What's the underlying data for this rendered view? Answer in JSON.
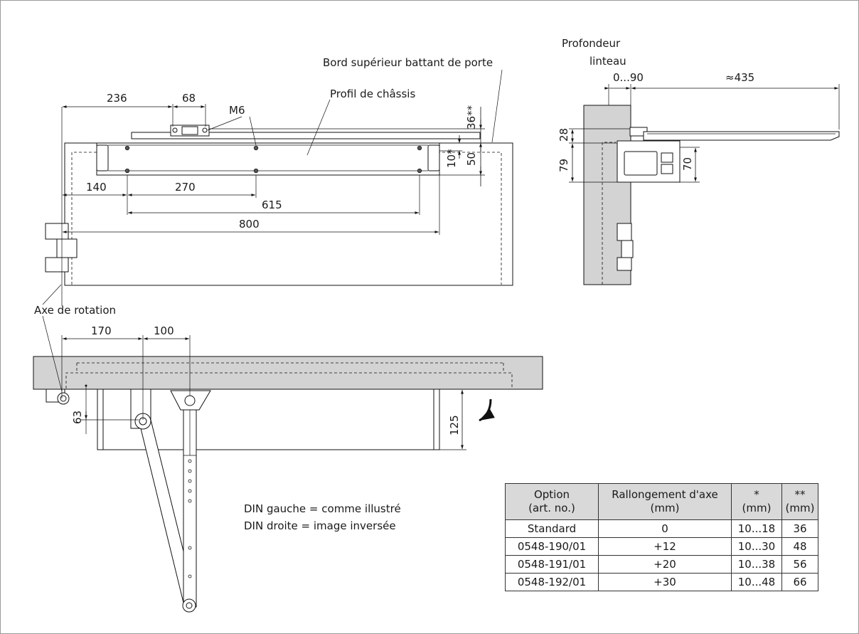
{
  "labels": {
    "lintel_depth_line1": "Profondeur",
    "lintel_depth_line2": "linteau",
    "door_leaf_top_edge": "Bord supérieur battant de porte",
    "frame_profile": "Profil de châssis",
    "screw": "M6",
    "rotation_axis": "Axe de rotation",
    "note_line1": "DIN gauche = comme illustré",
    "note_line2": "DIN droite = image inversée"
  },
  "dimensions": {
    "front": {
      "d236": "236",
      "d68": "68",
      "d36": "36**",
      "d10": "10*",
      "d50": "50",
      "d140": "140",
      "d270": "270",
      "d615": "615",
      "d800": "800"
    },
    "side": {
      "d0_90": "0...90",
      "d435": "≈435",
      "d28": "28",
      "d79": "79",
      "d70": "70"
    },
    "top": {
      "d170": "170",
      "d100": "100",
      "d63": "63",
      "d125": "125"
    }
  },
  "table": {
    "headers": [
      {
        "line1": "Option",
        "line2": "(art. no.)"
      },
      {
        "line1": "Rallongement d'axe",
        "line2": "(mm)"
      },
      {
        "line1": "*",
        "line2": "(mm)"
      },
      {
        "line1": "**",
        "line2": "(mm)"
      }
    ],
    "rows": [
      [
        "Standard",
        "0",
        "10...18",
        "36"
      ],
      [
        "0548-190/01",
        "+12",
        "10...30",
        "48"
      ],
      [
        "0548-191/01",
        "+20",
        "10...38",
        "56"
      ],
      [
        "0548-192/01",
        "+30",
        "10...48",
        "66"
      ]
    ]
  },
  "colors": {
    "profile_grey": "#d3d3d3",
    "table_header": "#d9d9d9"
  }
}
